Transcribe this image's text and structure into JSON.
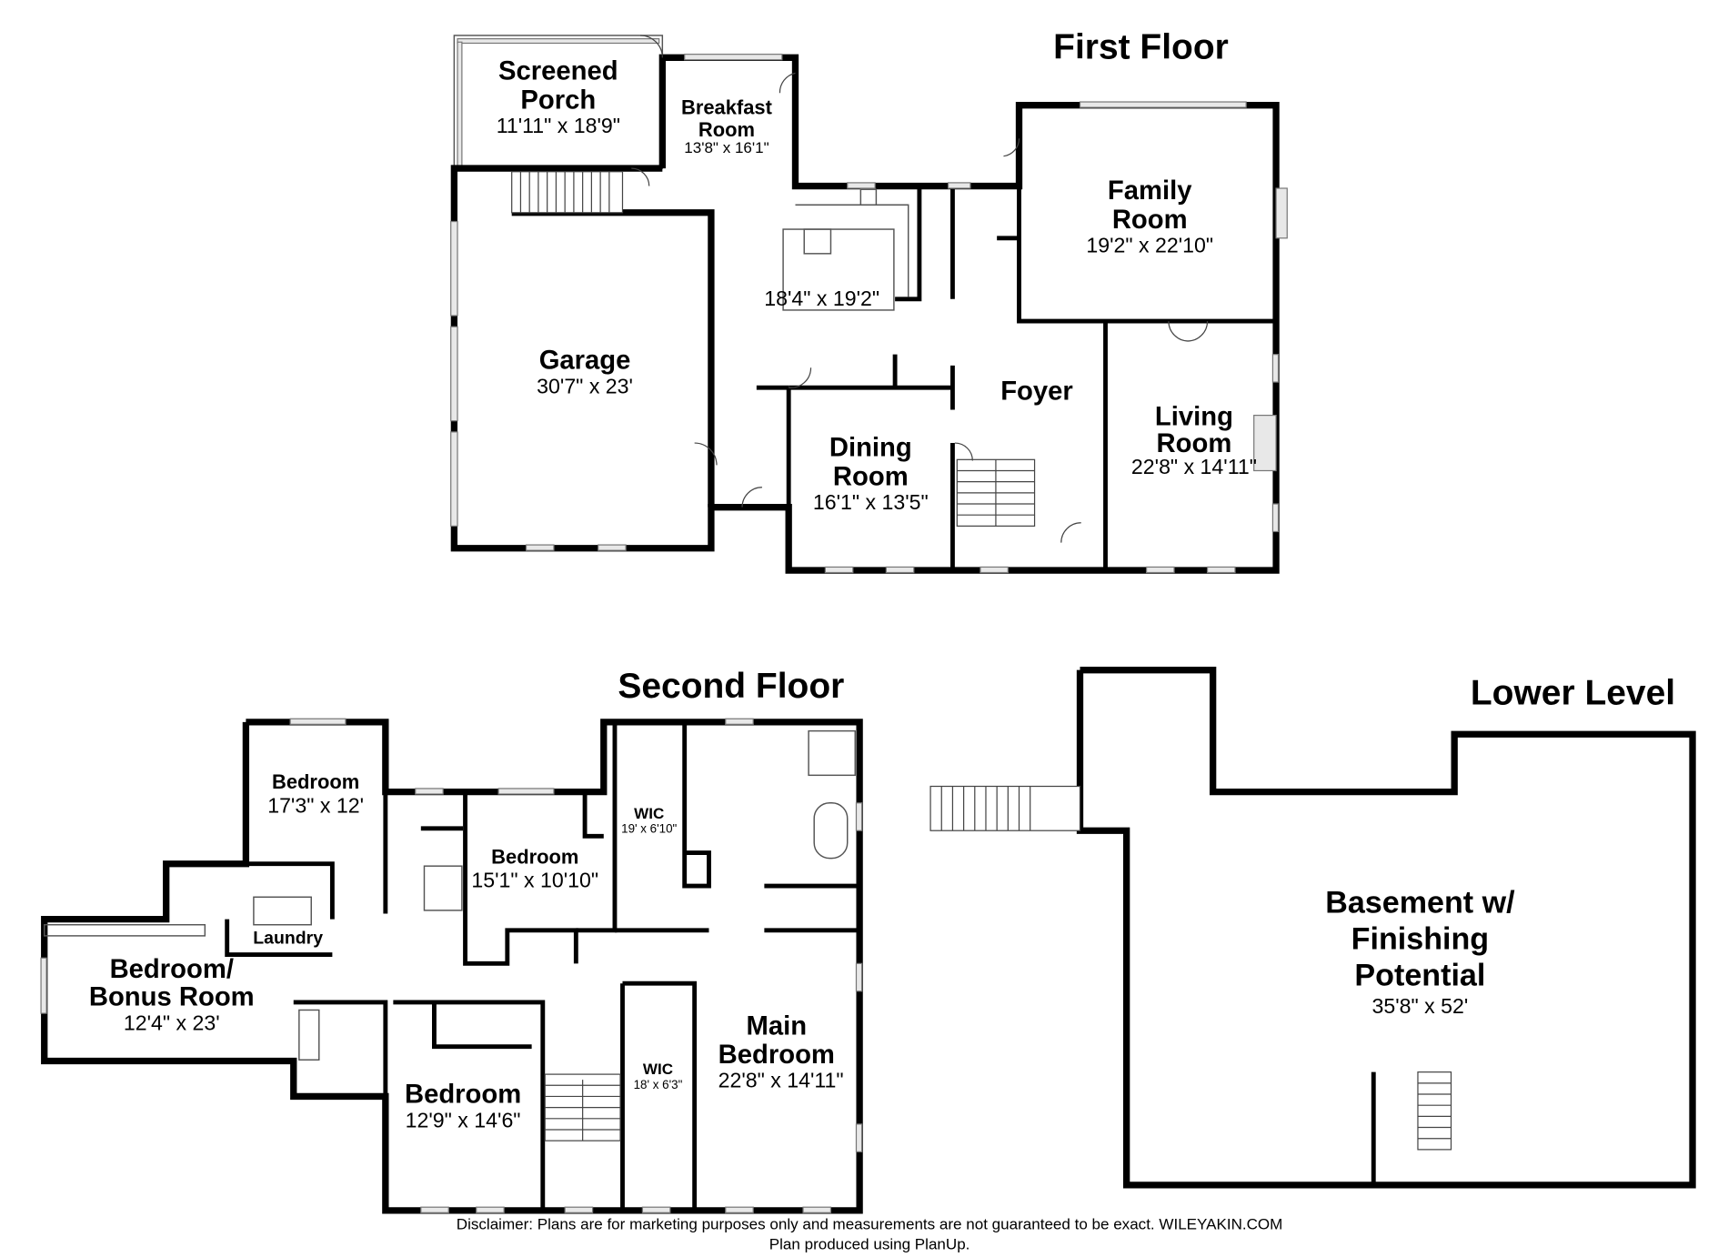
{
  "first_floor": {
    "title": "First Floor",
    "rooms": {
      "screened_porch": {
        "name_1": "Screened",
        "name_2": "Porch",
        "dim": "11'11\" x 18'9\""
      },
      "breakfast": {
        "name_1": "Breakfast",
        "name_2": "Room",
        "dim": "13'8\" x 16'1\""
      },
      "kitchen": {
        "dim": "18'4\" x 19'2\""
      },
      "family": {
        "name_1": "Family",
        "name_2": "Room",
        "dim": "19'2\" x 22'10\""
      },
      "garage": {
        "name": "Garage",
        "dim": "30'7\" x 23'"
      },
      "foyer": {
        "name": "Foyer"
      },
      "dining": {
        "name_1": "Dining",
        "name_2": "Room",
        "dim": "16'1\" x 13'5\""
      },
      "living": {
        "name_1": "Living",
        "name_2": "Room",
        "dim": "22'8\" x 14'11\""
      }
    }
  },
  "second_floor": {
    "title": "Second Floor",
    "rooms": {
      "bedroom_a": {
        "name": "Bedroom",
        "dim": "17'3\" x 12'"
      },
      "bedroom_b": {
        "name": "Bedroom",
        "dim": "15'1\" x 10'10\""
      },
      "wic_a": {
        "name": "WIC",
        "dim": "19' x 6'10\""
      },
      "laundry": {
        "name": "Laundry"
      },
      "bonus": {
        "name_1": "Bedroom/",
        "name_2": "Bonus Room",
        "dim": "12'4\" x 23'"
      },
      "bedroom_c": {
        "name": "Bedroom",
        "dim": "12'9\" x 14'6\""
      },
      "wic_b": {
        "name": "WIC",
        "dim": "18' x 6'3\""
      },
      "main_bedroom": {
        "name_1": "Main",
        "name_2": "Bedroom",
        "dim": "22'8\" x 14'11\""
      }
    }
  },
  "lower_level": {
    "title": "Lower Level",
    "rooms": {
      "basement": {
        "name_1": "Basement w/",
        "name_2": "Finishing",
        "name_3": "Potential",
        "dim": "35'8\" x 52'"
      }
    }
  },
  "footer": {
    "disclaimer": "Disclaimer: Plans are for marketing purposes only and measurements are not guaranteed to be exact. WILEYAKIN.COM",
    "produced": "Plan produced using PlanUp."
  }
}
